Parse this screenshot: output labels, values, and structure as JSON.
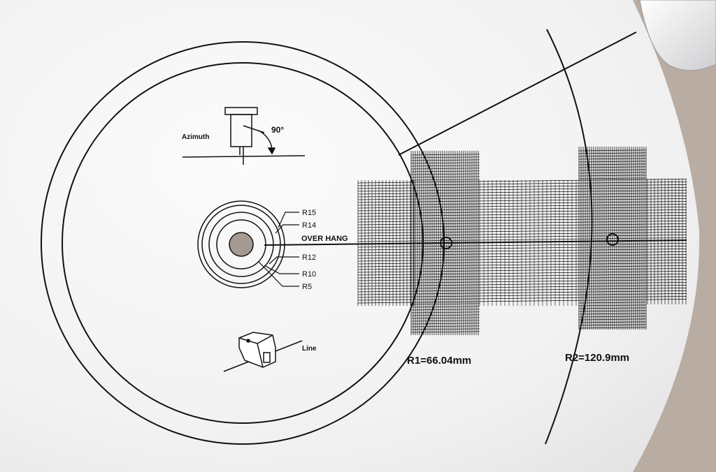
{
  "labels": {
    "azimuth": "Azimuth",
    "angle": "90°",
    "over_hang": "OVER HANG",
    "line": "Line",
    "r1_text": "R1=66.04mm",
    "r2_text": "R2=120.9mm"
  },
  "rings": [
    {
      "label": "R15"
    },
    {
      "label": "R14"
    },
    {
      "label": "R12"
    },
    {
      "label": "R10"
    },
    {
      "label": "R5"
    }
  ],
  "colors": {
    "ink": "#111111",
    "mat": "#f4f4f4",
    "background": "#b9aca2"
  }
}
